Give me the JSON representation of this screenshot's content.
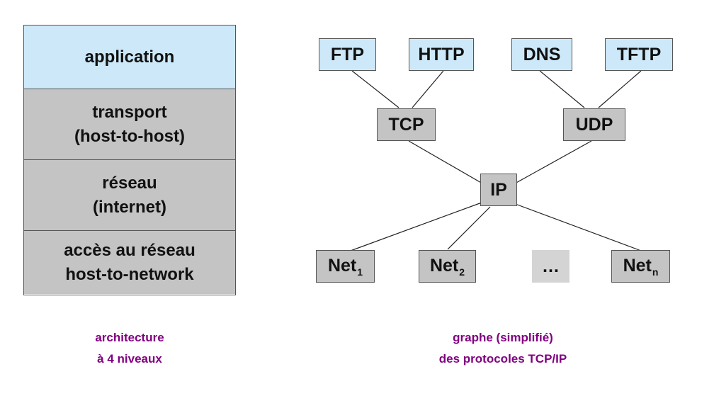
{
  "architecture": {
    "layers": [
      {
        "lines": [
          "application"
        ]
      },
      {
        "lines": [
          "transport",
          "(host-to-host)"
        ]
      },
      {
        "lines": [
          "réseau",
          "(internet)"
        ]
      },
      {
        "lines": [
          "accès au réseau",
          "host-to-network"
        ]
      }
    ],
    "caption": [
      "architecture",
      "à 4 niveaux"
    ]
  },
  "graph": {
    "apps": {
      "ftp": "FTP",
      "http": "HTTP",
      "dns": "DNS",
      "tftp": "TFTP"
    },
    "transport": {
      "tcp": "TCP",
      "udp": "UDP"
    },
    "network": {
      "ip": "IP"
    },
    "links": {
      "net1": {
        "base": "Net",
        "sub": "1"
      },
      "net2": {
        "base": "Net",
        "sub": "2"
      },
      "ellipsis": "…",
      "netn": {
        "base": "Net",
        "sub": "n"
      }
    },
    "caption": [
      "graphe (simplifié)",
      "des protocoles TCP/IP"
    ]
  },
  "colors": {
    "application_fill": "#cde9f9",
    "layer_fill": "#c4c4c4",
    "caption_text": "#800080"
  }
}
